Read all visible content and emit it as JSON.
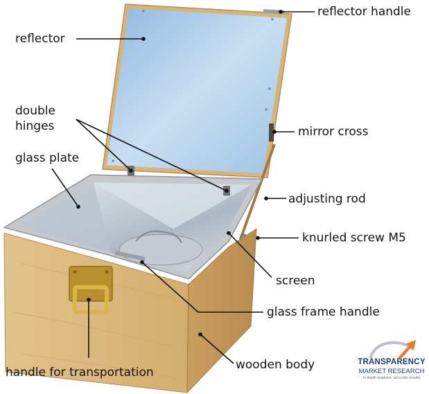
{
  "labels": {
    "reflector_handle": "reflector handle",
    "reflector": "reflector",
    "double_hinges_line1": "double",
    "double_hinges_line2": "hinges",
    "mirror_cross": "mirror cross",
    "glass_plate": "glass plate",
    "adjusting_rod": "adjusting rod",
    "knurled_screw": "knurled screw M5",
    "screen": "screen",
    "glass_frame_handle": "glass frame handle",
    "handle_for_transportation": "handle for transportation",
    "wooden_body": "wooden body"
  },
  "logo": {
    "brand": "TRANSPARENCY",
    "sub": "MARKET RESEARCH",
    "tagline": "in depth analysis, accurate results"
  },
  "colors": {
    "wood": "#d9b77e",
    "wood_dark": "#c59c5c",
    "mirror": "#a9c9e8",
    "metal": "#b8bcc2",
    "brass": "#c9a23a",
    "logo_navy": "#1b3a6b",
    "logo_orange": "#e8782a"
  }
}
